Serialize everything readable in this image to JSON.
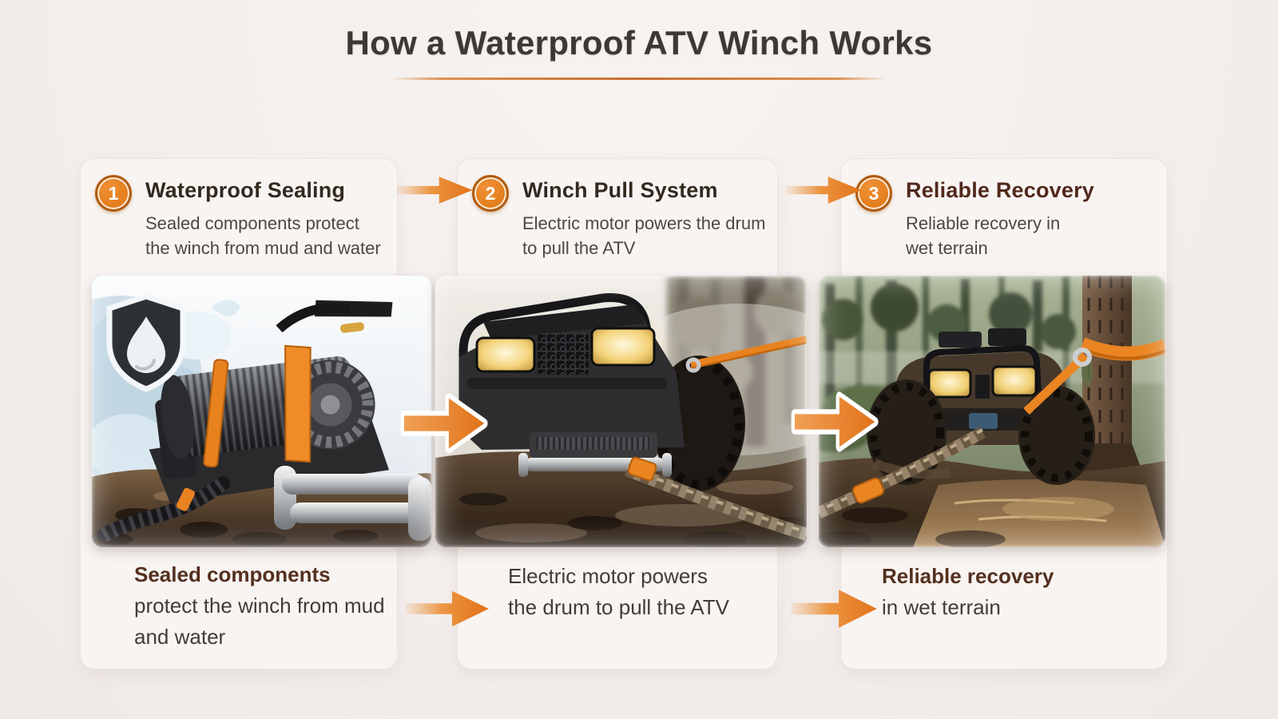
{
  "page": {
    "title": "How a Waterproof ATV Winch Works",
    "background_color": "#f3eeec",
    "accent_color": "#e8821f",
    "accent_dark": "#b05c10",
    "arrow_icon": "arrow-right-icon"
  },
  "steps": [
    {
      "number": "1",
      "title": "Waterproof Sealing",
      "subtitle": "Sealed components protect the winch from mud and water",
      "caption_lead": "Sealed components",
      "caption_rest": "protect the winch from mud and water",
      "photo": "winch-sealed-closeup-photo",
      "badge_icon": "shield-droplet-icon"
    },
    {
      "number": "2",
      "title": "Winch Pull System",
      "subtitle": "Electric motor powers the drum to pull the ATV",
      "caption_lead": "Electric motor powers",
      "caption_rest": "the drum to pull the ATV",
      "photo": "atv-winch-pulling-photo"
    },
    {
      "number": "3",
      "title": "Reliable Recovery",
      "subtitle": "Reliable recovery in wet terrain",
      "caption_lead": "Reliable recovery",
      "caption_rest": "in wet terrain",
      "photo": "atv-recovered-wet-terrain-photo"
    }
  ]
}
